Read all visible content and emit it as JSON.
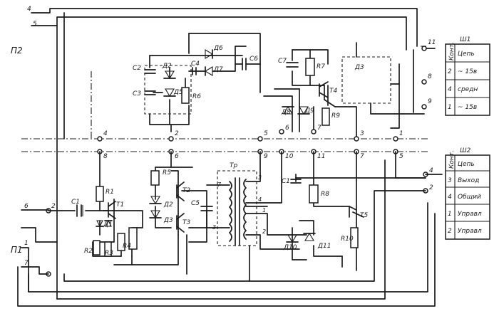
{
  "connectors": {
    "P1": "П1",
    "P2": "П2",
    "SH1": "Ш1",
    "SH2": "Ш2"
  },
  "table_sh1": {
    "header_num": "Конт.",
    "header_name": "Цепь",
    "rows": [
      {
        "num": "",
        "name": "Цепь"
      },
      {
        "num": "2",
        "name": "~ 15в"
      },
      {
        "num": "4",
        "name": "средн"
      },
      {
        "num": "1",
        "name": "~ 15в"
      }
    ]
  },
  "table_sh2": {
    "header_num": "Конт.",
    "header_name": "Цепь",
    "rows": [
      {
        "num": "",
        "name": "Цепь"
      },
      {
        "num": "3",
        "name": "Выход"
      },
      {
        "num": "4",
        "name": "Общий"
      },
      {
        "num": "1",
        "name": "Управл"
      },
      {
        "num": "2",
        "name": "Управл"
      }
    ]
  },
  "components": {
    "C1": "С1",
    "C1b": "С1",
    "C2": "С2",
    "C3": "С3",
    "C4": "С4",
    "C5": "С5",
    "C6": "С6",
    "C7": "С7",
    "R1": "R1",
    "R2": "R2",
    "R3": "R3",
    "R4": "R4",
    "R5": "R5",
    "R6": "R6",
    "R7": "R7",
    "R8": "R8",
    "R9": "R9",
    "R10": "R10",
    "T1": "Т1",
    "T2": "Т2",
    "T3": "Т3",
    "T4": "Т4",
    "T5": "Т5",
    "D1": "Д1",
    "D2": "Д2",
    "D3": "Д3",
    "D4": "Д4",
    "D5": "Д5",
    "D6": "Д6",
    "D7": "Д7",
    "D8": "Д8",
    "D9": "Д9",
    "D10": "Д10",
    "D11": "Д11",
    "Tr": "Тр",
    "DZ": "Д3"
  },
  "pins": {
    "p1": "1",
    "p2": "2",
    "p3": "3",
    "p4": "4",
    "p5": "5",
    "p6": "6",
    "p7": "7",
    "p8": "8",
    "p9": "9",
    "p10": "10",
    "p11": "11",
    "left_top_4": "4",
    "left_top_5": "5",
    "left_p6": "6",
    "left_p2": "2",
    "left_p1": "1",
    "left_p7": "7"
  }
}
